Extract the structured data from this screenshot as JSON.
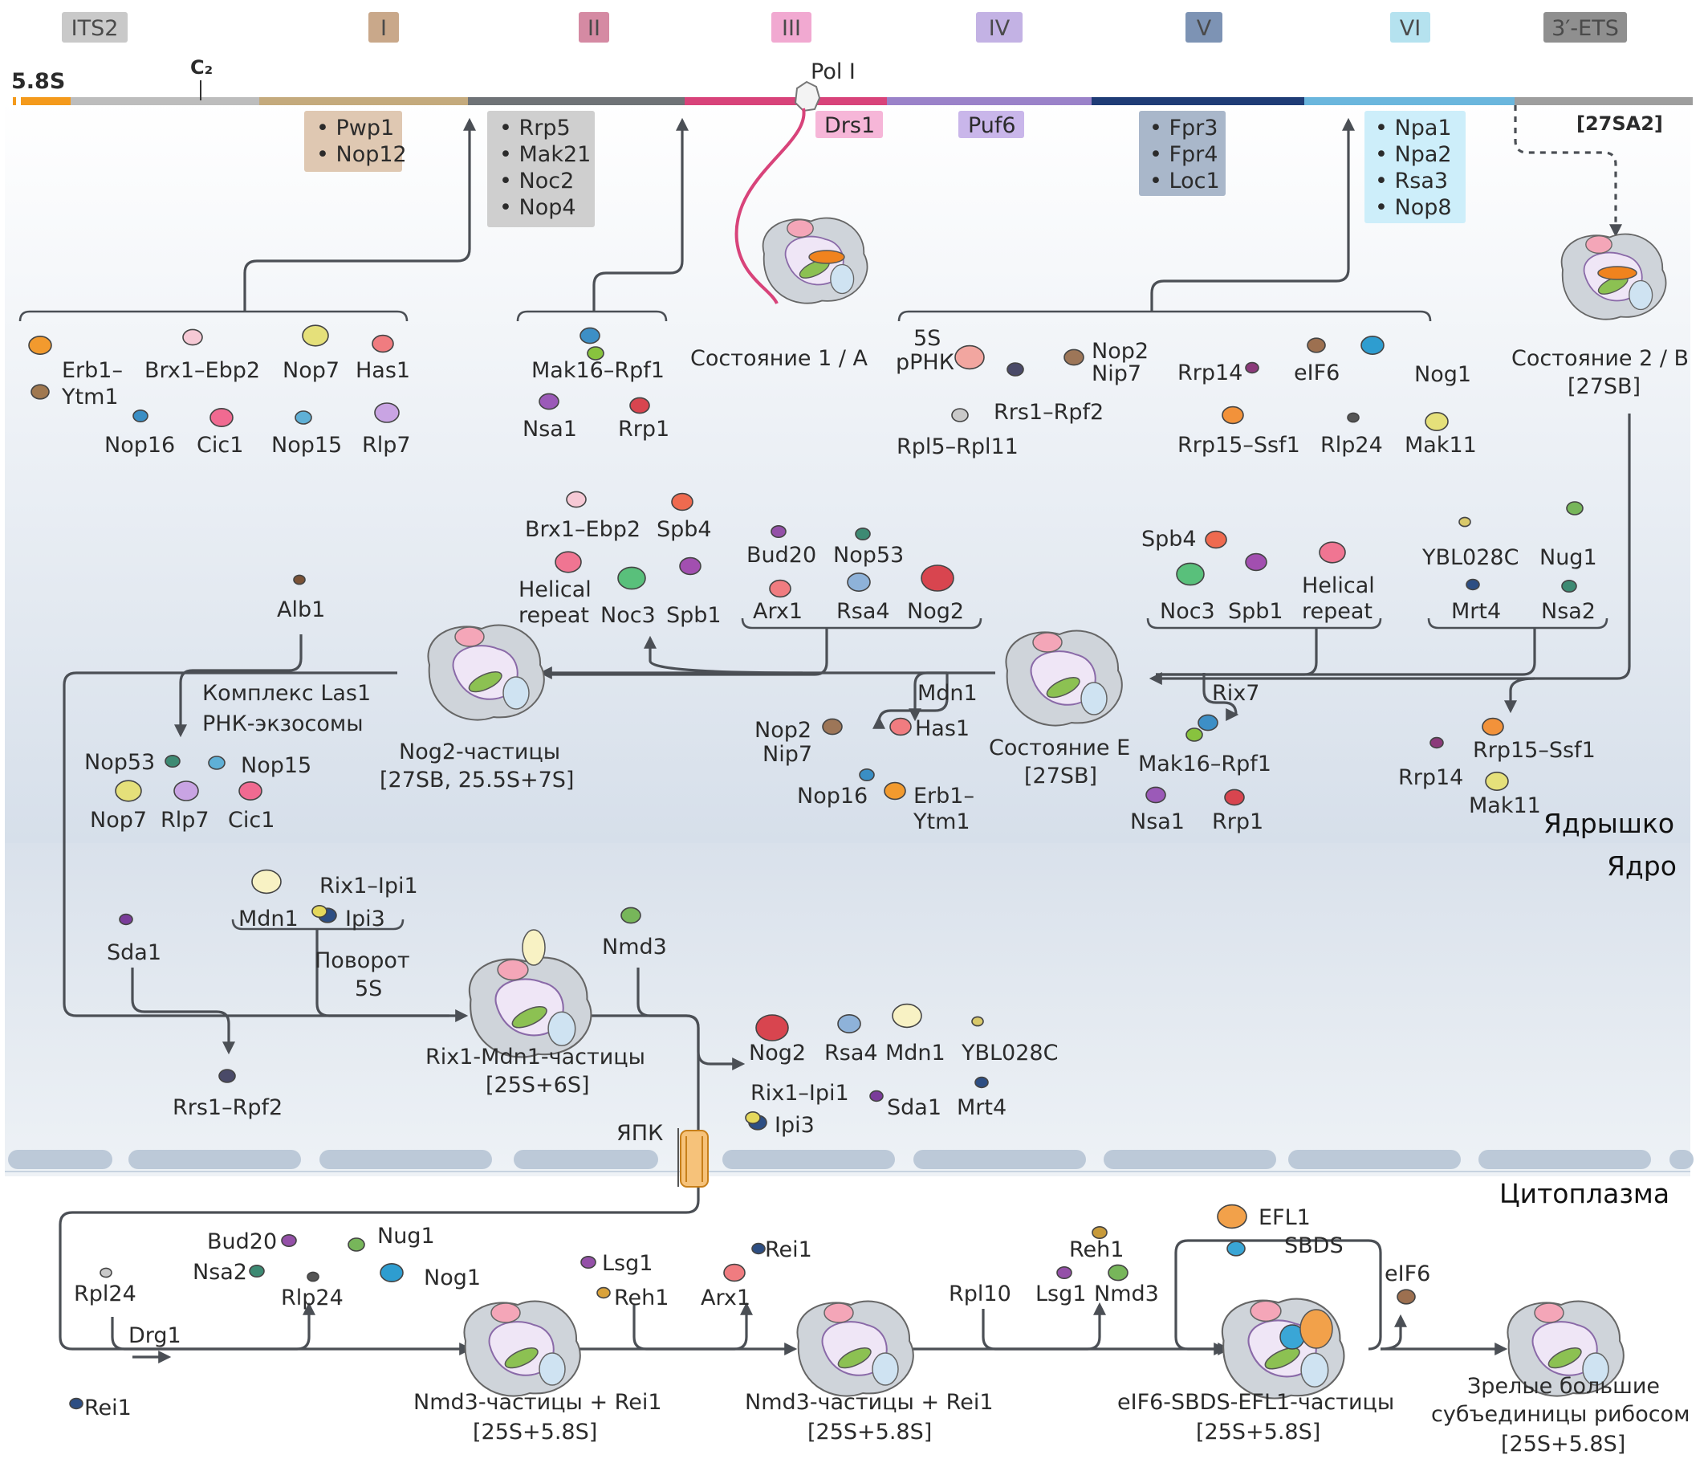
{
  "domains": [
    {
      "label": "ITS2",
      "color": "#c9c9c9"
    },
    {
      "label": "I",
      "color": "#c9a88a"
    },
    {
      "label": "II",
      "color": "#d58aa3"
    },
    {
      "label": "III",
      "color": "#f1a9d1"
    },
    {
      "label": "IV",
      "color": "#c3b2e4"
    },
    {
      "label": "V",
      "color": "#7d93b4"
    },
    {
      "label": "VI",
      "color": "#b5e2ef"
    },
    {
      "label": "3′-ETS",
      "color": "#8f8f8f"
    }
  ],
  "rrna": {
    "label_58s": "5.8S",
    "label_c2": "C₂",
    "label_pol": "Pol I",
    "label_27sa2": "[27SA2]"
  },
  "boxes": {
    "I": [
      "• Pwp1",
      "• Nop12"
    ],
    "II": [
      "• Rrp5",
      "• Mak21",
      "• Noc2",
      "• Nop4"
    ],
    "III": "Drs1",
    "IV": "Puf6",
    "V": [
      "• Fpr3",
      "• Fpr4",
      "• Loc1"
    ],
    "VI": [
      "• Npa1",
      "• Npa2",
      "• Rsa3",
      "• Nop8"
    ]
  },
  "zones": {
    "nucleolus": "Ядрышко",
    "nucleus": "Ядро",
    "cytoplasm": "Цитоплазма",
    "npc": "ЯПК"
  },
  "states": {
    "s1a": "Состояние 1 / A",
    "s2b": [
      "Состояние 2 / B",
      "[27SB]"
    ],
    "se": [
      "Состояние E",
      "[27SB]"
    ],
    "nog2": [
      "Nog2-частицы",
      "[27SB, 25.5S+7S]"
    ],
    "rix": [
      "Rix1-Mdn1-частицы",
      "[25S+6S]"
    ],
    "nmd3a": [
      "Nmd3-частицы + Rei1",
      "[25S+5.8S]"
    ],
    "nmd3b": [
      "Nmd3-частицы + Rei1",
      "[25S+5.8S]"
    ],
    "eif6": [
      "eIF6-SBDS-EFL1-частицы",
      "[25S+5.8S]"
    ],
    "mature": [
      "Зрелые большие",
      "субъединицы рибосом",
      "[25S+5.8S]"
    ]
  },
  "factors": {
    "erb1": [
      "Erb1–",
      "Ytm1"
    ],
    "brx1": "Brx1–Ebp2",
    "nop7": "Nop7",
    "has1": "Has1",
    "nop16": "Nop16",
    "cic1": "Cic1",
    "nop15": "Nop15",
    "rlp7": "Rlp7",
    "mak16": "Mak16–Rpf1",
    "nsa1": "Nsa1",
    "rrp1": "Rrp1",
    "rrna5s": [
      "5S",
      "рРНК"
    ],
    "rrs1": "Rrs1–Rpf2",
    "rpl5": "Rpl5–Rpl11",
    "nop2nip7": [
      "Nop2",
      "Nip7"
    ],
    "rrp14": "Rrp14",
    "eif6": "eIF6",
    "nog1": "Nog1",
    "rrp15": "Rrp15–Ssf1",
    "rlp24": "Rlp24",
    "mak11": "Mak11",
    "brx1b": "Brx1–Ebp2",
    "spb4": "Spb4",
    "helical": [
      "Helical",
      "repeat"
    ],
    "noc3": "Noc3",
    "spb1": "Spb1",
    "bud20": "Bud20",
    "nop53": "Nop53",
    "arx1": "Arx1",
    "rsa4": "Rsa4",
    "nog2": "Nog2",
    "spb4b": "Spb4",
    "noc3b": "Noc3",
    "spb1b": "Spb1",
    "helicalb": [
      "Helical",
      "repeat"
    ],
    "ybl": "YBL028C",
    "nug1": "Nug1",
    "mrt4": "Mrt4",
    "nsa2": "Nsa2",
    "alb1": "Alb1",
    "las1": [
      "Комплекс Las1",
      "РНК-экзосомы"
    ],
    "nop53b": "Nop53",
    "nop15b": "Nop15",
    "nop7b": "Nop7",
    "rlp7b": "Rlp7",
    "cic1b": "Cic1",
    "mdn1": "Mdn1",
    "has1b": "Has1",
    "nop2nip7b": [
      "Nop2",
      "Nip7"
    ],
    "nop16b": "Nop16",
    "erb1b": [
      "Erb1–",
      "Ytm1"
    ],
    "rix7": "Rix7",
    "mak16b": "Mak16–Rpf1",
    "nsa1b": "Nsa1",
    "rrp1b": "Rrp1",
    "rrp14b": "Rrp14",
    "rrp15b": "Rrp15–Ssf1",
    "mak11b": "Mak11",
    "sda1": "Sda1",
    "mdn1b": "Mdn1",
    "rix1ipi1": "Rix1–Ipi1",
    "ipi3": "Ipi3",
    "rotation": [
      "Поворот",
      "5S"
    ],
    "rrs1b": "Rrs1–Rpf2",
    "nmd3": "Nmd3",
    "nog2b": "Nog2",
    "rsa4b": "Rsa4",
    "mdn1c": "Mdn1",
    "yblb": "YBL028C",
    "rix1ipi1b": "Rix1–Ipi1",
    "ipi3b": "Ipi3",
    "sda1b": "Sda1",
    "mrt4b": "Mrt4",
    "rpl24": "Rpl24",
    "drg1": "Drg1",
    "rei1": "Rei1",
    "bud20b": "Bud20",
    "nsa2b": "Nsa2",
    "rlp24b": "Rlp24",
    "nug1b": "Nug1",
    "nog1b": "Nog1",
    "lsg1": "Lsg1",
    "reh1": "Reh1",
    "arx1b": "Arx1",
    "rei1b": "Rei1",
    "rpl10": "Rpl10",
    "reh1b": "Reh1",
    "lsg1b": "Lsg1",
    "nmd3b": "Nmd3",
    "efl1": "EFL1",
    "sbds": "SBDS",
    "eif6b": "eIF6"
  }
}
